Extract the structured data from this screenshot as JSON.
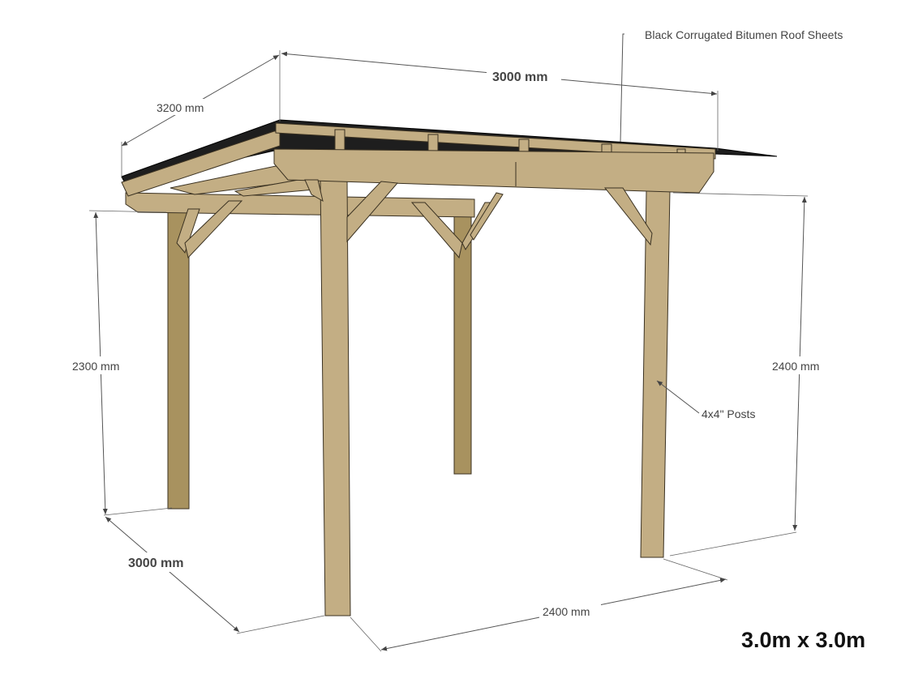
{
  "labels": {
    "roof_callout": "Black Corrugated Bitumen Roof Sheets",
    "width_top": "3000 mm",
    "depth_top": "3200 mm",
    "back_height": "2300 mm",
    "front_height": "2400 mm",
    "posts_callout": "4x4\" Posts",
    "depth_bottom": "3000 mm",
    "post_spacing": "2400 mm",
    "size_title": "3.0m x 3.0m"
  },
  "colors": {
    "wood": "#c3ae84",
    "roof": "#1e1e1e",
    "outline": "#3b3222"
  }
}
